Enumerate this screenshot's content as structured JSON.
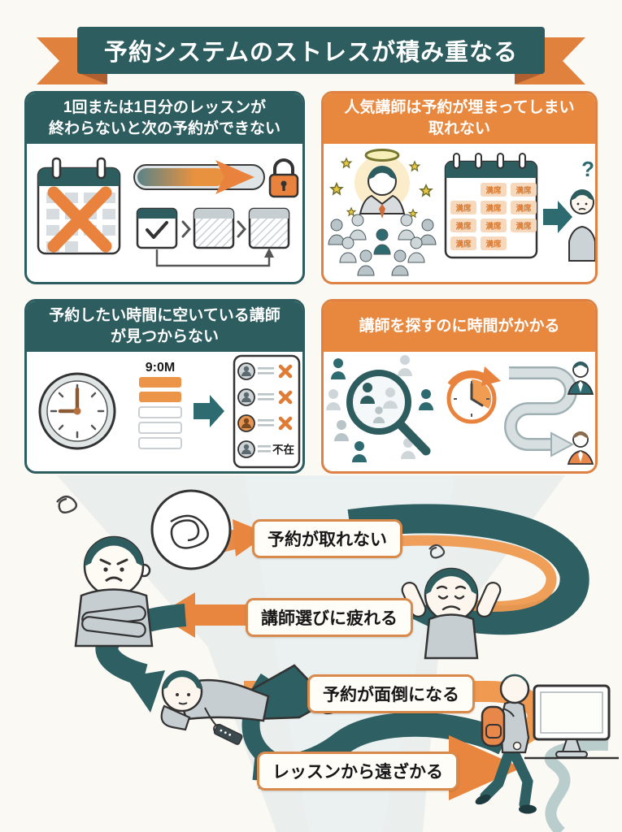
{
  "title": {
    "text": "予約システムのストレスが積み重なる"
  },
  "panels": {
    "lesson_block": {
      "header": "1回または1日分のレッスンが\n終わらないと次の予約ができない"
    },
    "popular_teacher": {
      "header": "人気講師は予約が埋まってしまい\n取れない",
      "full_label": "満席",
      "question_mark": "?"
    },
    "no_teacher_available": {
      "header": "予約したい時間に空いている講師\nが見つからない",
      "time_label": "9:0M",
      "absent_label": "不在"
    },
    "search_time": {
      "header": "講師を探すのに時間がかかる"
    }
  },
  "flow": {
    "steps": [
      {
        "label": "予約が取れない"
      },
      {
        "label": "講師選びに疲れる"
      },
      {
        "label": "予約が面倒になる"
      },
      {
        "label": "レッスンから遠ざかる"
      }
    ]
  },
  "colors": {
    "teal": "#2e5d60",
    "orange": "#e8863f",
    "cell_bg": "#f6d9bc",
    "cell_text": "#d9772e"
  }
}
